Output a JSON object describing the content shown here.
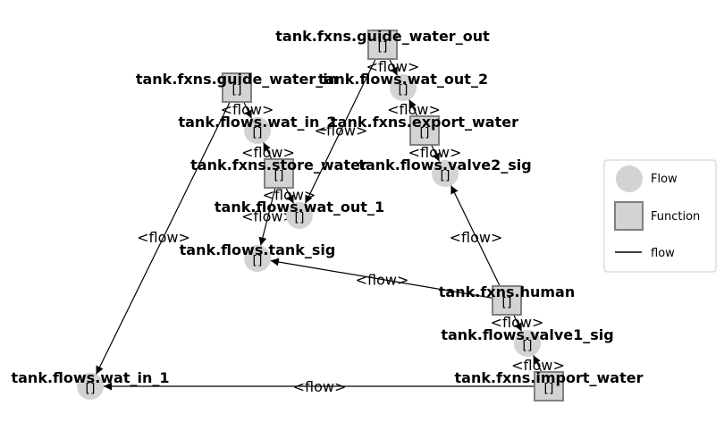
{
  "nodes": [
    {
      "id": "guide_water_out",
      "kind": "function",
      "label": "tank.fxns.guide_water_out",
      "value": "[]"
    },
    {
      "id": "guide_water_in",
      "kind": "function",
      "label": "tank.fxns.guide_water_in",
      "value": "[]"
    },
    {
      "id": "wat_out_2",
      "kind": "flow",
      "label": "tank.flows.wat_out_2",
      "value": "[]"
    },
    {
      "id": "wat_in_2",
      "kind": "flow",
      "label": "tank.flows.wat_in_2",
      "value": "[]"
    },
    {
      "id": "export_water",
      "kind": "function",
      "label": "tank.fxns.export_water",
      "value": "[]"
    },
    {
      "id": "store_water",
      "kind": "function",
      "label": "tank.fxns.store_water",
      "value": "[]"
    },
    {
      "id": "valve2_sig",
      "kind": "flow",
      "label": "tank.flows.valve2_sig",
      "value": "[]"
    },
    {
      "id": "wat_out_1",
      "kind": "flow",
      "label": "tank.flows.wat_out_1",
      "value": "[]"
    },
    {
      "id": "tank_sig",
      "kind": "flow",
      "label": "tank.flows.tank_sig",
      "value": "[]"
    },
    {
      "id": "human",
      "kind": "function",
      "label": "tank.fxns.human",
      "value": "[]"
    },
    {
      "id": "valve1_sig",
      "kind": "flow",
      "label": "tank.flows.valve1_sig",
      "value": "[]"
    },
    {
      "id": "wat_in_1",
      "kind": "flow",
      "label": "tank.flows.wat_in_1",
      "value": "[]"
    },
    {
      "id": "import_water",
      "kind": "function",
      "label": "tank.fxns.import_water",
      "value": "[]"
    }
  ],
  "edges": [
    {
      "from": "guide_water_out",
      "to": "wat_out_2",
      "label": "<flow>"
    },
    {
      "from": "export_water",
      "to": "wat_out_2",
      "label": "<flow>"
    },
    {
      "from": "guide_water_in",
      "to": "wat_in_2",
      "label": "<flow>"
    },
    {
      "from": "store_water",
      "to": "wat_in_2",
      "label": "<flow>"
    },
    {
      "from": "export_water",
      "to": "valve2_sig",
      "label": "<flow>"
    },
    {
      "from": "store_water",
      "to": "wat_out_1",
      "label": "<flow>"
    },
    {
      "from": "guide_water_out",
      "to": "wat_out_1",
      "label": "<flow>"
    },
    {
      "from": "store_water",
      "to": "tank_sig",
      "label": "<flow>"
    },
    {
      "from": "guide_water_in",
      "to": "wat_in_1",
      "label": "<flow>"
    },
    {
      "from": "human",
      "to": "valve2_sig",
      "label": "<flow>"
    },
    {
      "from": "human",
      "to": "tank_sig",
      "label": "<flow>"
    },
    {
      "from": "human",
      "to": "valve1_sig",
      "label": "<flow>"
    },
    {
      "from": "import_water",
      "to": "valve1_sig",
      "label": "<flow>"
    },
    {
      "from": "import_water",
      "to": "wat_in_1",
      "label": "<flow>"
    }
  ],
  "legend": {
    "items": [
      {
        "kind": "flow",
        "label": "Flow"
      },
      {
        "kind": "function",
        "label": "Function"
      },
      {
        "kind": "edge",
        "label": "flow"
      }
    ]
  },
  "colors": {
    "flow_fill": "#d3d3d3",
    "function_fill": "#d3d3d3",
    "function_stroke": "#808080",
    "edge": "#000000"
  }
}
